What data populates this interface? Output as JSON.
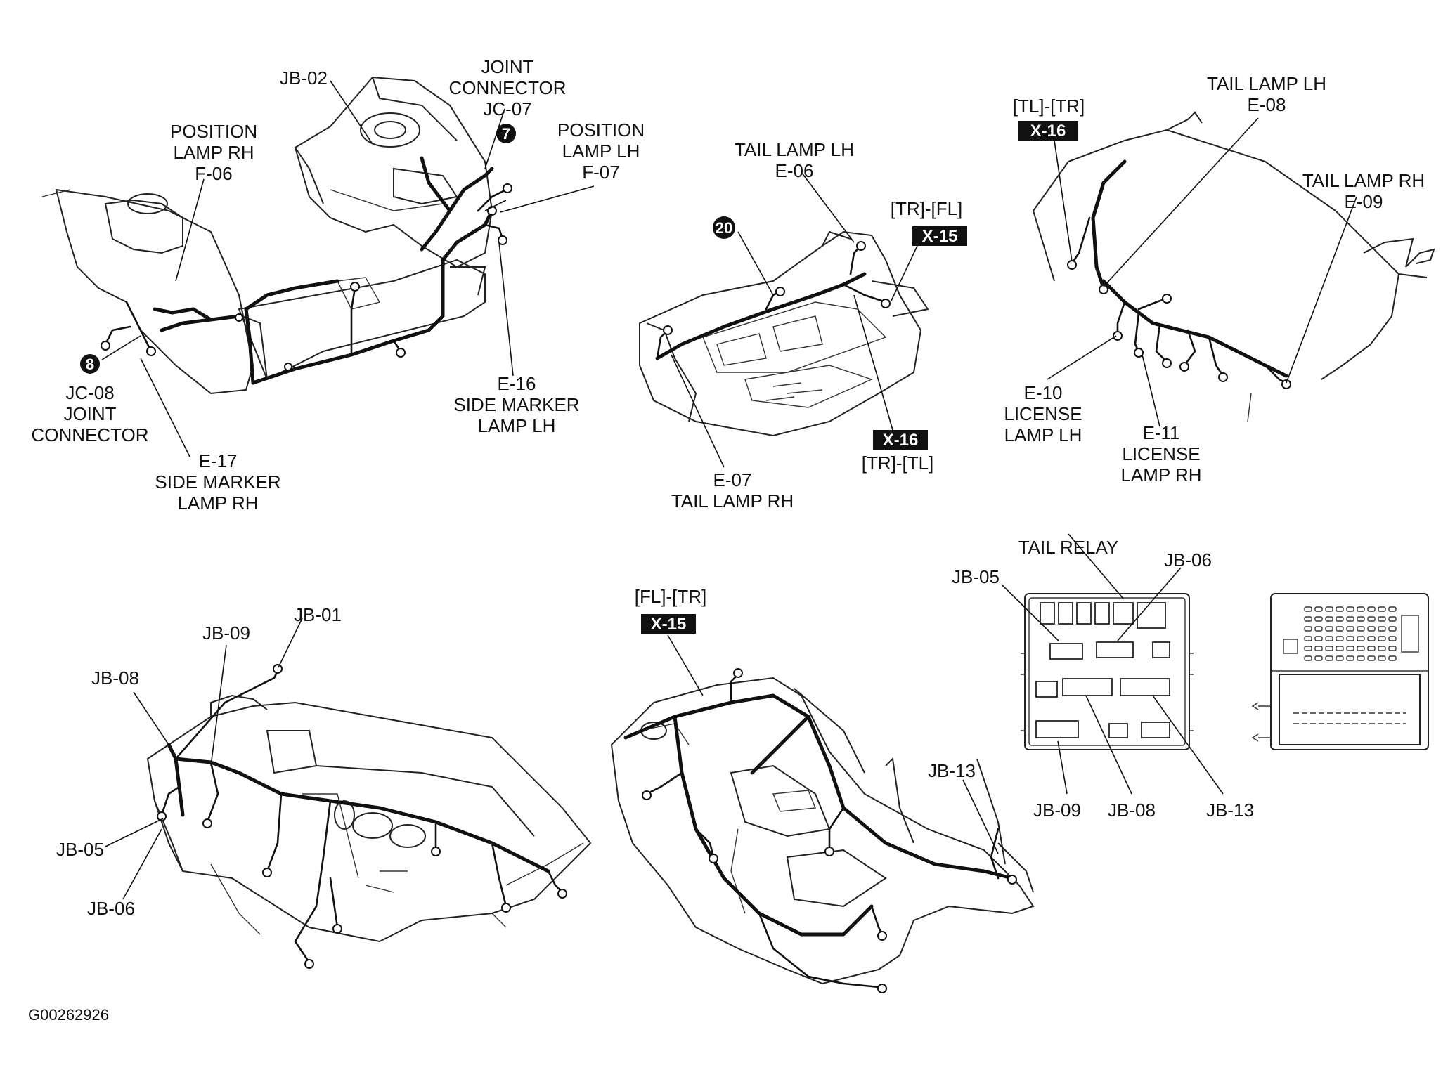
{
  "figure_id": "G00262926",
  "panels": {
    "engine_room": {
      "labels": {
        "jb02": "JB-02",
        "joint_connector_top": "JOINT",
        "joint_connector_mid": "CONNECTOR",
        "jc07": "JC-07",
        "badge_7": "7",
        "pos_rh_1": "POSITION",
        "pos_rh_2": "LAMP RH",
        "pos_rh_3": "F-06",
        "pos_lh_1": "POSITION",
        "pos_lh_2": "LAMP LH",
        "pos_lh_3": "F-07",
        "badge_8": "8",
        "jc08": "JC-08",
        "jc08_joint": "JOINT",
        "jc08_conn": "CONNECTOR",
        "e17": "E-17",
        "e17_2": "SIDE MARKER",
        "e17_3": "LAMP RH",
        "e16": "E-16",
        "e16_2": "SIDE MARKER",
        "e16_3": "LAMP LH"
      }
    },
    "rear_floor": {
      "labels": {
        "tail_lh_1": "TAIL LAMP LH",
        "tail_lh_2": "E-06",
        "badge_20": "20",
        "trfl": "[TR]-[FL]",
        "x15": "X-15",
        "x16": "X-16",
        "trtl": "[TR]-[TL]",
        "e07": "E-07",
        "tail_rh": "TAIL LAMP RH"
      }
    },
    "trunk_lid": {
      "labels": {
        "tltr": "[TL]-[TR]",
        "x16": "X-16",
        "tail_lh_1": "TAIL LAMP LH",
        "tail_lh_2": "E-08",
        "tail_rh_1": "TAIL LAMP RH",
        "tail_rh_2": "E-09",
        "e10_1": "E-10",
        "e10_2": "LICENSE",
        "e10_3": "LAMP LH",
        "e11_1": "E-11",
        "e11_2": "LICENSE",
        "e11_3": "LAMP RH"
      }
    },
    "dashboard": {
      "labels": {
        "jb01": "JB-01",
        "jb09": "JB-09",
        "jb08": "JB-08",
        "jb05": "JB-05",
        "jb06": "JB-06"
      }
    },
    "floor": {
      "labels": {
        "fltr": "[FL]-[TR]",
        "x15": "X-15",
        "jb13": "JB-13"
      }
    },
    "junction_box": {
      "labels": {
        "tail_relay": "TAIL RELAY",
        "jb05": "JB-05",
        "jb06": "JB-06",
        "jb09": "JB-09",
        "jb08": "JB-08",
        "jb13": "JB-13"
      }
    }
  }
}
